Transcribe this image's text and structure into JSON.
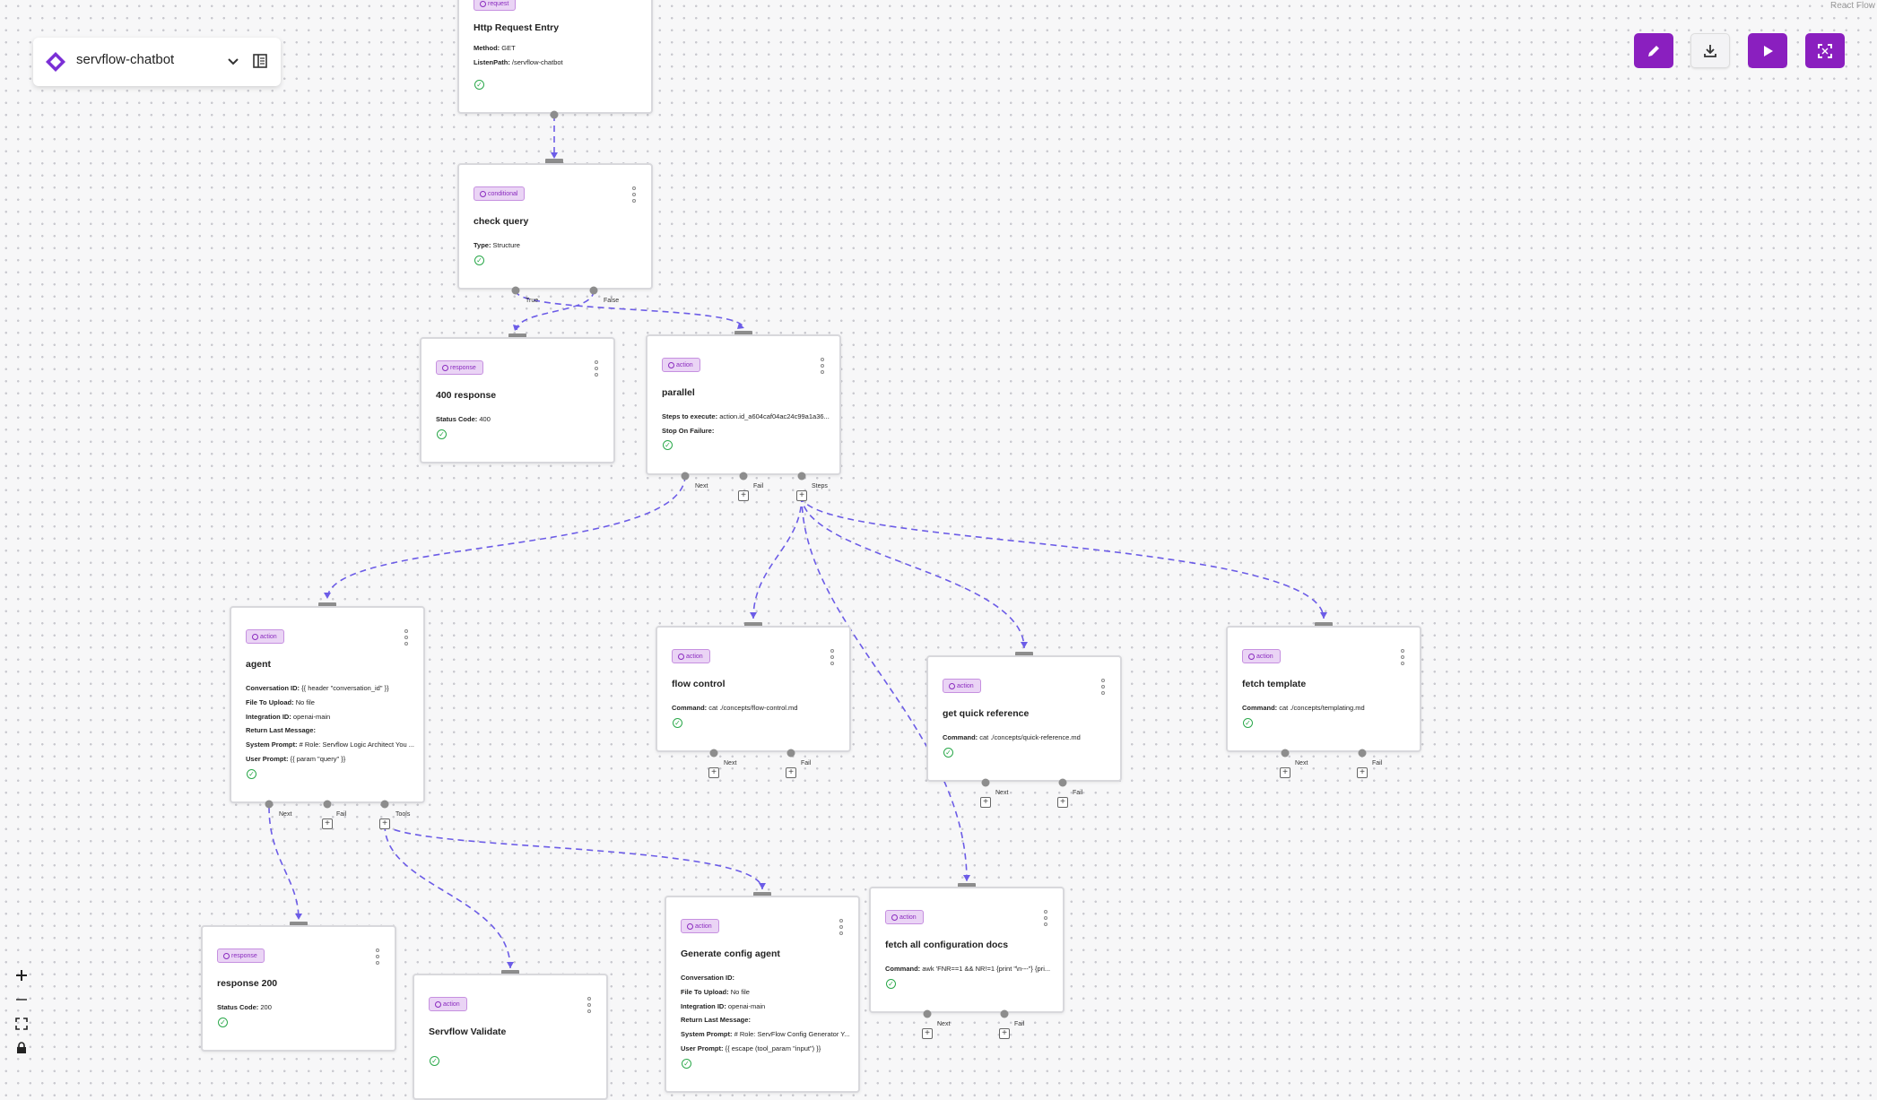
{
  "app": {
    "flow_name": "servflow-chatbot",
    "attribution": "React Flow"
  },
  "toolbar": {
    "edit_icon": "pencil-icon",
    "download_icon": "download-icon",
    "run_icon": "play-icon",
    "fullscreen_icon": "expand-icon",
    "accent": "#8a1fbf"
  },
  "zoom_controls": {
    "zoom_in": "+",
    "zoom_out": "—"
  },
  "nodes": {
    "http_entry": {
      "tag": "request",
      "title": "Http Request Entry",
      "fields": [
        {
          "label": "Method:",
          "value": " GET"
        },
        {
          "label": "ListenPath:",
          "value": " /servflow-chatbot"
        }
      ]
    },
    "check_query": {
      "tag": "conditional",
      "title": "check query",
      "fields": [
        {
          "label": "Type:",
          "value": " Structure"
        }
      ],
      "ports": [
        "True",
        "False"
      ]
    },
    "response_400": {
      "tag": "response",
      "title": "400 response",
      "fields": [
        {
          "label": "Status Code:",
          "value": " 400"
        }
      ]
    },
    "parallel": {
      "tag": "action",
      "title": "parallel",
      "fields": [
        {
          "label": "Steps to execute:",
          "value": " action.id_a604caf04ac24c99a1a36..."
        },
        {
          "label": "Stop On Failure:",
          "value": ""
        }
      ],
      "ports": [
        "Next",
        "Fail",
        "Steps"
      ]
    },
    "agent": {
      "tag": "action",
      "title": "agent",
      "fields": [
        {
          "label": "Conversation ID:",
          "value": " {{ header \"conversation_id\" }}"
        },
        {
          "label": "File To Upload:",
          "value": " No file"
        },
        {
          "label": "Integration ID:",
          "value": " openai-main"
        },
        {
          "label": "Return Last Message:",
          "value": ""
        },
        {
          "label": "System Prompt:",
          "value": " # Role: Servflow Logic Architect You ..."
        },
        {
          "label": "User Prompt:",
          "value": " {{ param \"query\" }}"
        }
      ],
      "ports": [
        "Next",
        "Fail",
        "Tools"
      ]
    },
    "flow_control": {
      "tag": "action",
      "title": "flow control",
      "fields": [
        {
          "label": "Command:",
          "value": " cat ./concepts/flow-control.md"
        }
      ],
      "ports": [
        "Next",
        "Fail"
      ]
    },
    "quick_reference": {
      "tag": "action",
      "title": "get quick reference",
      "fields": [
        {
          "label": "Command:",
          "value": " cat ./concepts/quick-reference.md"
        }
      ],
      "ports": [
        "Next",
        "Fail"
      ]
    },
    "fetch_template": {
      "tag": "action",
      "title": "fetch template",
      "fields": [
        {
          "label": "Command:",
          "value": " cat ./concepts/templating.md"
        }
      ],
      "ports": [
        "Next",
        "Fail"
      ]
    },
    "response_200": {
      "tag": "response",
      "title": "response 200",
      "fields": [
        {
          "label": "Status Code:",
          "value": " 200"
        }
      ]
    },
    "servflow_validate": {
      "tag": "action",
      "title": "Servflow Validate",
      "fields": []
    },
    "generate_config": {
      "tag": "action",
      "title": "Generate config agent",
      "fields": [
        {
          "label": "Conversation ID:",
          "value": ""
        },
        {
          "label": "File To Upload:",
          "value": " No file"
        },
        {
          "label": "Integration ID:",
          "value": " openai-main"
        },
        {
          "label": "Return Last Message:",
          "value": ""
        },
        {
          "label": "System Prompt:",
          "value": " # Role: ServFlow Config Generator Y..."
        },
        {
          "label": "User Prompt:",
          "value": " {{ escape (tool_param \"input\") }}"
        }
      ]
    },
    "fetch_all_docs": {
      "tag": "action",
      "title": "fetch all configuration docs",
      "fields": [
        {
          "label": "Command:",
          "value": " awk 'FNR==1 && NR!=1 {print \"\\n---\"} {pri..."
        }
      ],
      "ports": [
        "Next",
        "Fail"
      ]
    }
  }
}
